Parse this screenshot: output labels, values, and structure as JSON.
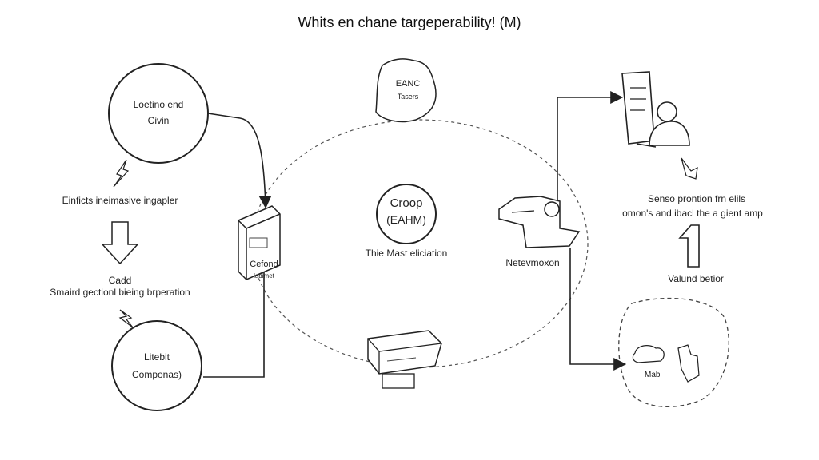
{
  "title": "Whits en chane targeperability! (M)",
  "nodes": {
    "top_left_circle": {
      "line1": "Loetino end",
      "line2": "Civin"
    },
    "bottom_left_circle": {
      "line1": "Litebit",
      "line2": "Componas)"
    },
    "top_blob": {
      "line1": "EANC",
      "line2": "Tasers"
    },
    "center_circle": {
      "line1": "Croop",
      "line2": "(EAHM)"
    },
    "left_box": {
      "line1": "Cefond",
      "line2": "ladimet"
    },
    "right_blob": {
      "label": "Mab"
    }
  },
  "labels": {
    "left_top_text": "Einficts ineimasive ingapler",
    "left_cadd": "Cadd",
    "left_bottom_text": "Smaird gectionl bieing brperation",
    "center_caption": "Thie Mast eliciation",
    "right_device_caption": "Netevmoxon",
    "right_text_line1": "Senso prontion frn elils",
    "right_text_line2": "omon's and ibacl the a gient amp",
    "right_value_label": "Valund betior"
  },
  "icons": [
    "lightning-icon",
    "down-arrow-icon",
    "server-box-icon",
    "printer-icon",
    "device-icon",
    "person-icon",
    "hand-icon",
    "up-arrow-icon"
  ]
}
